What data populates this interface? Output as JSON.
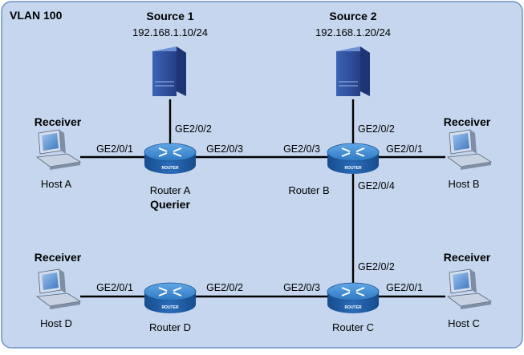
{
  "vlan_label": "VLAN 100",
  "sources": [
    {
      "id": "source1",
      "name": "Source 1",
      "ip": "192.168.1.10/24"
    },
    {
      "id": "source2",
      "name": "Source 2",
      "ip": "192.168.1.20/24"
    }
  ],
  "routers": [
    {
      "id": "router-a",
      "name": "Router A",
      "role": "Querier",
      "badge": "ROUTER"
    },
    {
      "id": "router-b",
      "name": "Router B",
      "badge": "ROUTER"
    },
    {
      "id": "router-c",
      "name": "Router C",
      "badge": "ROUTER"
    },
    {
      "id": "router-d",
      "name": "Router D",
      "badge": "ROUTER"
    }
  ],
  "hosts": [
    {
      "id": "host-a",
      "name": "Host A",
      "role": "Receiver"
    },
    {
      "id": "host-b",
      "name": "Host B",
      "role": "Receiver"
    },
    {
      "id": "host-c",
      "name": "Host C",
      "role": "Receiver"
    },
    {
      "id": "host-d",
      "name": "Host D",
      "role": "Receiver"
    }
  ],
  "ports": {
    "ra_host": "GE2/0/1",
    "ra_source": "GE2/0/2",
    "ra_rb": "GE2/0/3",
    "rb_ra": "GE2/0/3",
    "rb_source": "GE2/0/2",
    "rb_host": "GE2/0/1",
    "rb_rc": "GE2/0/4",
    "rc_rb": "GE2/0/2",
    "rc_rd": "GE2/0/3",
    "rc_host": "GE2/0/1",
    "rd_host": "GE2/0/1",
    "rd_rc": "GE2/0/2"
  },
  "colors": {
    "background": "#c5d6ee",
    "border": "#6f93c7",
    "router_body": "#1f5fa6",
    "router_top": "#3a86cf",
    "server": "#2d4f9a",
    "link": "#000000"
  }
}
